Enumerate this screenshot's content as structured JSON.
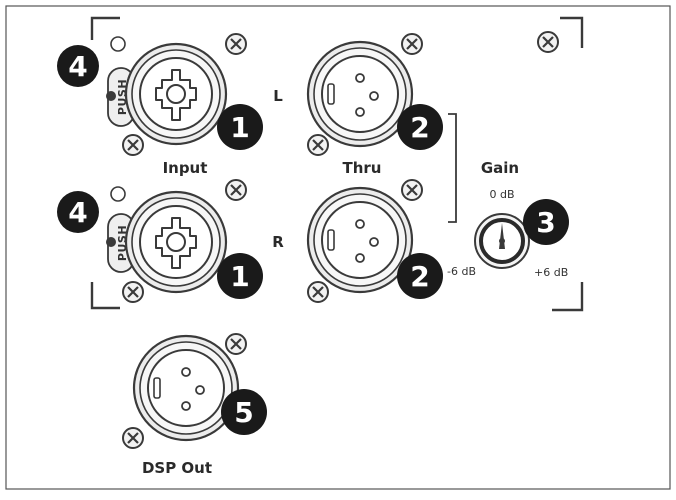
{
  "labels": {
    "input": "Input",
    "thru": "Thru",
    "dsp_out": "DSP Out",
    "gain": "Gain",
    "left": "L",
    "right": "R",
    "push": "PUSH"
  },
  "gain_knob": {
    "top": "0 dB",
    "left": "-6 dB",
    "right": "+6 dB"
  },
  "badges": {
    "input_l": "1",
    "input_r": "1",
    "thru_l": "2",
    "thru_r": "2",
    "gain": "3",
    "release_l": "4",
    "release_r": "4",
    "dsp_out": "5"
  },
  "colors": {
    "line": "#3a3a3a",
    "badge": "#1a1a1a",
    "metal": "#e8e8e8"
  }
}
